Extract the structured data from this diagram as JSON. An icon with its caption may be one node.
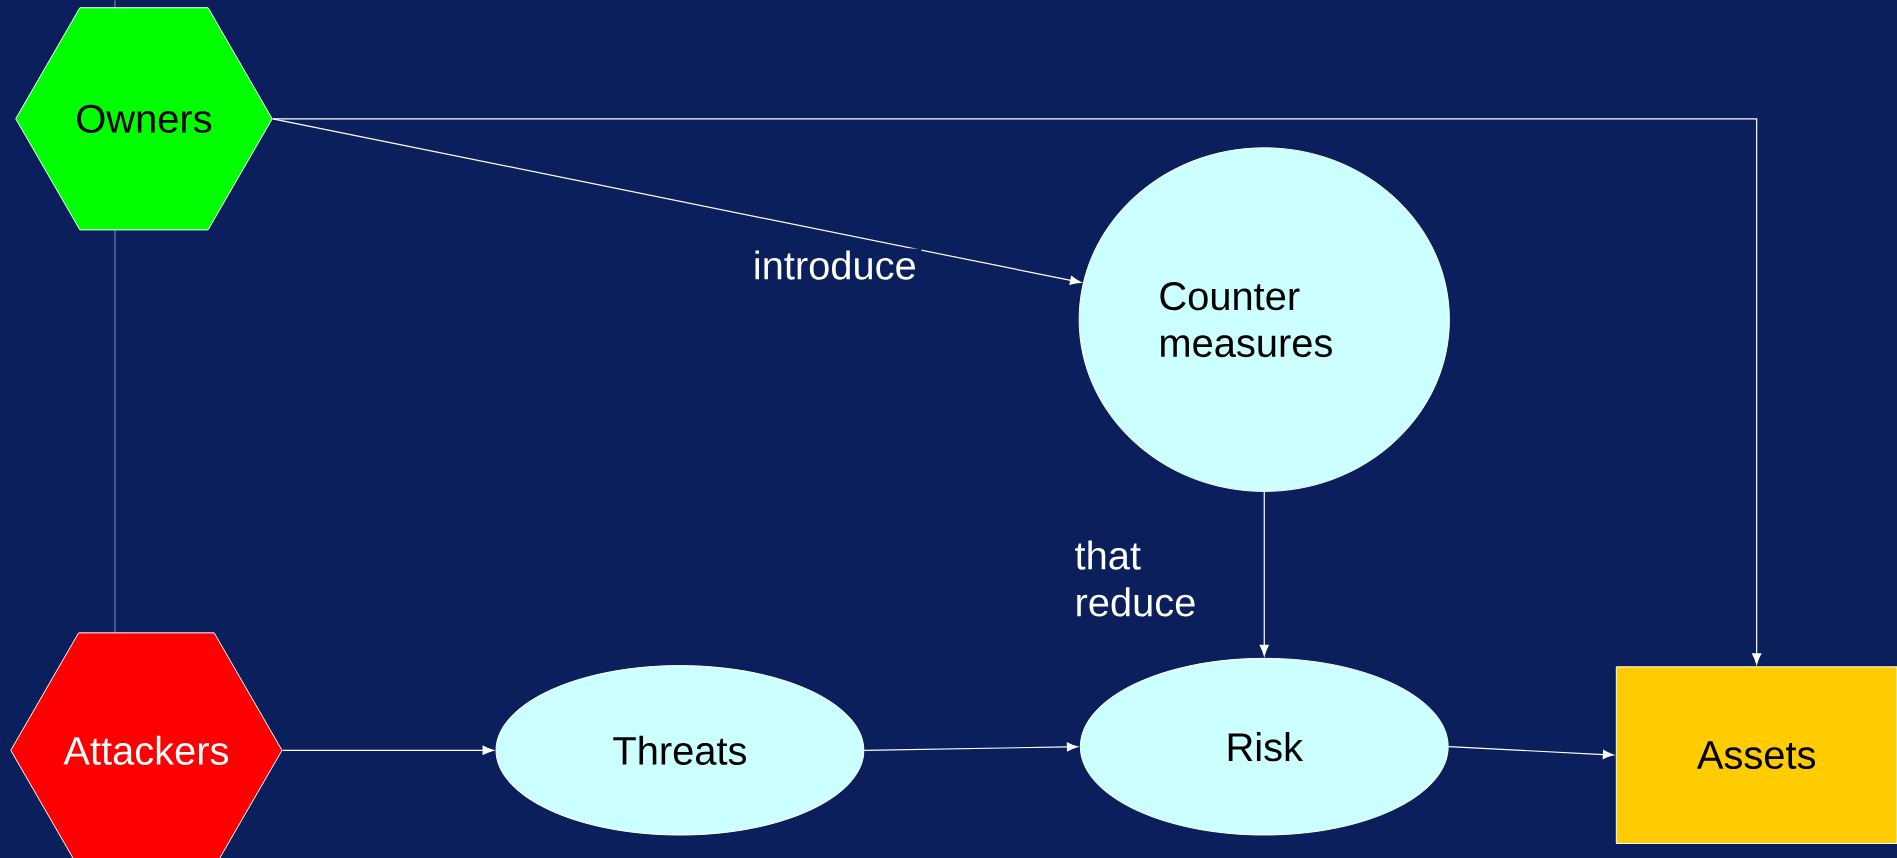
{
  "diagram": {
    "nodes": [
      {
        "text": [
          "Owners"
        ]
      },
      {
        "text": [
          "Counter measures"
        ]
      },
      {
        "text": [
          "Attackers"
        ]
      },
      {
        "text": [
          "Threats"
        ]
      },
      {
        "text": [
          "Risk"
        ]
      },
      {
        "text": [
          "Assets"
        ]
      }
    ],
    "edges": [
      {
        "from": 0,
        "to": 1,
        "arrow": "to",
        "label": "introduce"
      },
      {
        "from": 0,
        "to": 5,
        "arrow": "to"
      },
      {
        "from": 1,
        "to": 4,
        "arrow": "to",
        "label": "that reduce"
      },
      {
        "from": 2,
        "to": 3,
        "arrow": "to"
      },
      {
        "from": 3,
        "to": 4,
        "arrow": "to"
      },
      {
        "from": 4,
        "to": 5,
        "arrow": "to"
      }
    ]
  }
}
